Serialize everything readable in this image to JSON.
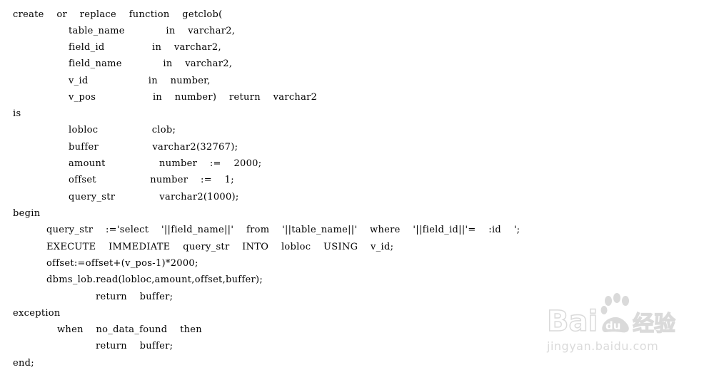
{
  "code_lines": [
    {
      "text": "create    or    replace    function    getclob("
    },
    {
      "text": "table_name             in    varchar2,"
    },
    {
      "text": "field_id               in    varchar2,"
    },
    {
      "text": "field_name             in    varchar2,"
    },
    {
      "text": "v_id                   in    number,"
    },
    {
      "text": "v_pos                  in    number)    return    varchar2"
    },
    {
      "text": "is"
    },
    {
      "text": "lobloc                 clob;"
    },
    {
      "text": "buffer                 varchar2(32767);"
    },
    {
      "text": "amount                 number    :=    2000;"
    },
    {
      "text": "offset                 number    :=    1;"
    },
    {
      "text": "query_str              varchar2(1000);"
    },
    {
      "text": "begin"
    },
    {
      "text": "query_str    :='select    '||field_name||'    from    '||table_name||'    where    '||field_id||'=    :id    ';"
    },
    {
      "text": "EXECUTE    IMMEDIATE    query_str    INTO    lobloc    USING    v_id;"
    },
    {
      "text": "offset:=offset+(v_pos-1)*2000;"
    },
    {
      "text": "dbms_lob.read(lobloc,amount,offset,buffer);"
    },
    {
      "text": "return    buffer;"
    },
    {
      "text": "exception"
    },
    {
      "text": "when    no_data_found    then"
    },
    {
      "text": "return    buffer;"
    },
    {
      "text": "end;"
    }
  ],
  "watermark": {
    "logo_text": "Baidu经验",
    "url_text": "jingyan.baidu.com",
    "color": "#bdbdbd"
  }
}
